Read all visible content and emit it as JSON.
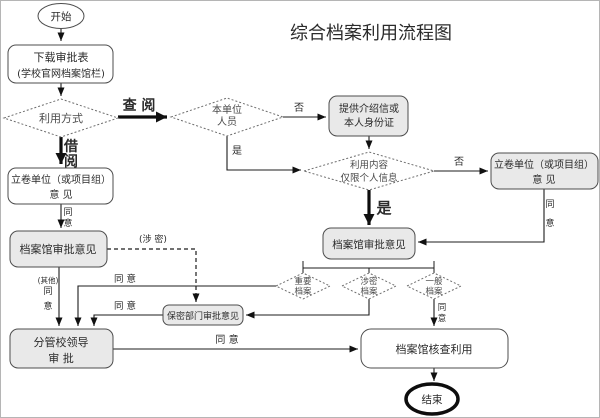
{
  "title": "综合档案利用流程图",
  "nodes": {
    "start": "开始",
    "download": [
      "下载审批表",
      "(学校官网档案馆栏)"
    ],
    "use_mode": "利用方式",
    "staff": [
      "本单位",
      "人员"
    ],
    "provide": [
      "提供介绍信或",
      "本人身份证"
    ],
    "content": [
      "利用内容",
      "仅限个人信息"
    ],
    "unit_left": [
      "立卷单位（或项目组）",
      "意 见"
    ],
    "unit_right": [
      "立卷单位（或项目组）",
      "意 见"
    ],
    "archive_left": "档案馆审批意见",
    "archive_right": "档案馆审批意见",
    "important": [
      "重要",
      "档案"
    ],
    "secret": [
      "涉密",
      "档案"
    ],
    "general": [
      "一般",
      "档案"
    ],
    "security": "保密部门审批意见",
    "leader": [
      "分管校领导",
      "审 批"
    ],
    "check": "档案馆核查利用",
    "end": "结束"
  },
  "labels": {
    "consult": "查  阅",
    "borrow": [
      "借",
      "阅"
    ],
    "no1": "否",
    "yes1": "是",
    "no2": "否",
    "yes2": "是",
    "agree_v1": [
      "同",
      "意"
    ],
    "agree_v2": [
      "同",
      "意"
    ],
    "agree_v3": [
      "同",
      "意"
    ],
    "other_agree": [
      "(其他)",
      "同",
      "意"
    ],
    "secret_note": "(涉  密)",
    "agree_h1": "同 意",
    "agree_h2": "同 意",
    "agree_h3": "同    意"
  },
  "colors": {
    "box_fill": "#e9e9e9",
    "stroke": "#1c1c1c"
  }
}
